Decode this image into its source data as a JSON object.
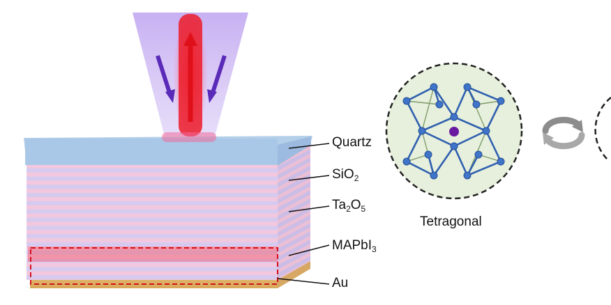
{
  "layer_labels": {
    "quartz": "Quartz",
    "sio2": {
      "base": "SiO",
      "sub": "2"
    },
    "ta2o5": {
      "a": "Ta",
      "a_sub": "2",
      "b": "O",
      "b_sub": "5"
    },
    "mapbi3": {
      "base": "MAPbI",
      "sub": "3"
    },
    "au": "Au"
  },
  "phase_label": "Tetragonal",
  "colors": {
    "laser_red": "#e8131b",
    "beam_purple": "#b596ee",
    "incident_arrow": "#5a2ab8",
    "quartz_blue": "#a8c8ea",
    "pink_layer": "#f2c6dc",
    "lavender_layer": "#d4c8ec",
    "gold": "#e9c279",
    "crystal_bg": "#e6f0dc",
    "lattice_blue": "#2f5fb0",
    "atom_purple": "#6a1aa0",
    "cycle_gray": "#8c8c8c"
  }
}
